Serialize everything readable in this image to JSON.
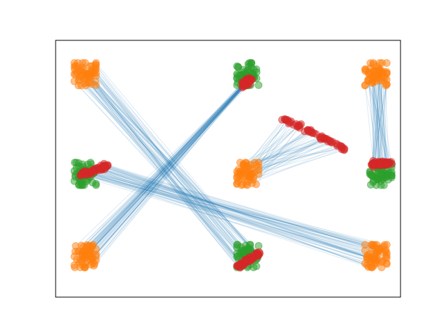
{
  "chart_data": {
    "type": "scatter",
    "title": "",
    "xlabel": "",
    "ylabel": "",
    "xticks": [],
    "yticks": [],
    "xlim": [
      -0.25,
      3.25
    ],
    "ylim": [
      -0.25,
      2.25
    ],
    "grid": false,
    "legend": "none",
    "colors": {
      "orange": "#ff7f0e",
      "green": "#2ca02c",
      "red": "#d62728",
      "links": "#1f77b4",
      "axes": "#000000",
      "background": "#ffffff"
    },
    "marker_alpha": 0.5,
    "link_alpha": 0.15,
    "points_per_cluster": 60,
    "series": [
      {
        "color_key": "orange",
        "values": [
          [
            0.05,
            1.92
          ],
          [
            1.7,
            0.95
          ],
          [
            0.05,
            0.15
          ],
          [
            3.0,
            1.92
          ],
          [
            3.0,
            0.15
          ]
        ],
        "spread": 0.07
      },
      {
        "color_key": "green",
        "values": [
          [
            1.7,
            1.92
          ],
          [
            0.05,
            0.95
          ],
          [
            1.7,
            0.15
          ],
          [
            3.05,
            0.95
          ]
        ],
        "spread": 0.07
      },
      {
        "color_key": "red",
        "segments": [
          {
            "from": [
              1.73,
              1.88
            ],
            "to": [
              1.64,
              1.81
            ]
          },
          {
            "from": [
              0.0,
              0.94
            ],
            "to": [
              0.28,
              1.03
            ]
          },
          {
            "from": [
              1.6,
              0.05
            ],
            "to": [
              1.82,
              0.18
            ]
          },
          {
            "from": [
              2.04,
              1.5
            ],
            "to": [
              2.72,
              1.18
            ]
          },
          {
            "from": [
              2.95,
              1.05
            ],
            "to": [
              3.15,
              1.05
            ]
          }
        ]
      }
    ],
    "links": [
      {
        "from_cluster": [
          0.05,
          1.92
        ],
        "to_red_segment": 2,
        "count": 60
      },
      {
        "from_cluster": [
          0.05,
          0.15
        ],
        "to_red_segment": 0,
        "count": 60
      },
      {
        "from_cluster": [
          1.7,
          0.95
        ],
        "to_red_segment": 3,
        "count": 60
      },
      {
        "from_cluster": [
          3.0,
          1.92
        ],
        "to_red_segment": 4,
        "count": 60
      },
      {
        "from_cluster": [
          3.0,
          0.15
        ],
        "to_red_segment": 1,
        "count": 60
      }
    ]
  }
}
